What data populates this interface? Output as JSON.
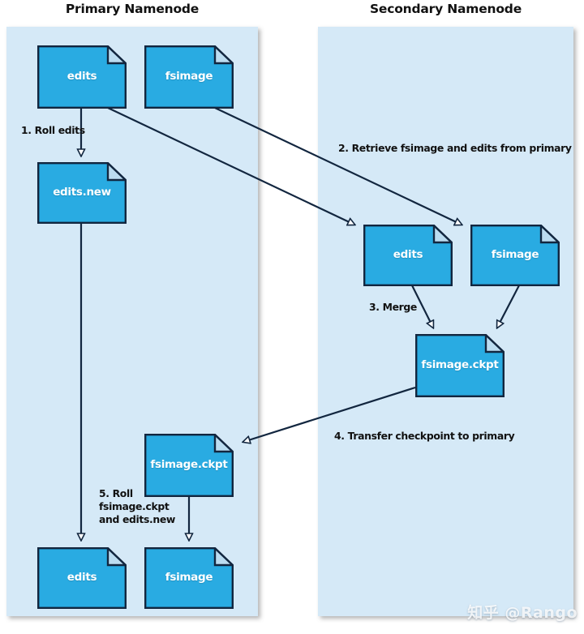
{
  "diagram": {
    "title_primary": "Primary Namenode",
    "title_secondary": "Secondary Namenode",
    "accent_fill": "#29ABE2",
    "accent_stroke": "#12263f",
    "panel_fill": "#d5e9f7",
    "fold_fill": "#bcdcf0",
    "background": "#ffffff"
  },
  "panels": [
    {
      "id": "primary",
      "title": "Primary Namenode"
    },
    {
      "id": "secondary",
      "title": "Secondary Namenode"
    }
  ],
  "nodes": {
    "primary_edits_top": "edits",
    "primary_fsimage_top": "fsimage",
    "primary_edits_new": "edits.new",
    "primary_fsimage_ckpt": "fsimage.ckpt",
    "primary_edits_bottom": "edits",
    "primary_fsimage_bottom": "fsimage",
    "secondary_edits": "edits",
    "secondary_fsimage": "fsimage",
    "secondary_fsimage_ckpt": "fsimage.ckpt"
  },
  "steps": {
    "step1": "1. Roll edits",
    "step2": "2. Retrieve fsimage and edits from primary",
    "step3": "3. Merge",
    "step4": "4. Transfer checkpoint to primary",
    "step5_line1": "5. Roll",
    "step5_line2": "fsimage.ckpt",
    "step5_line3": "and edits.new"
  },
  "watermark": "知乎 @Rango"
}
